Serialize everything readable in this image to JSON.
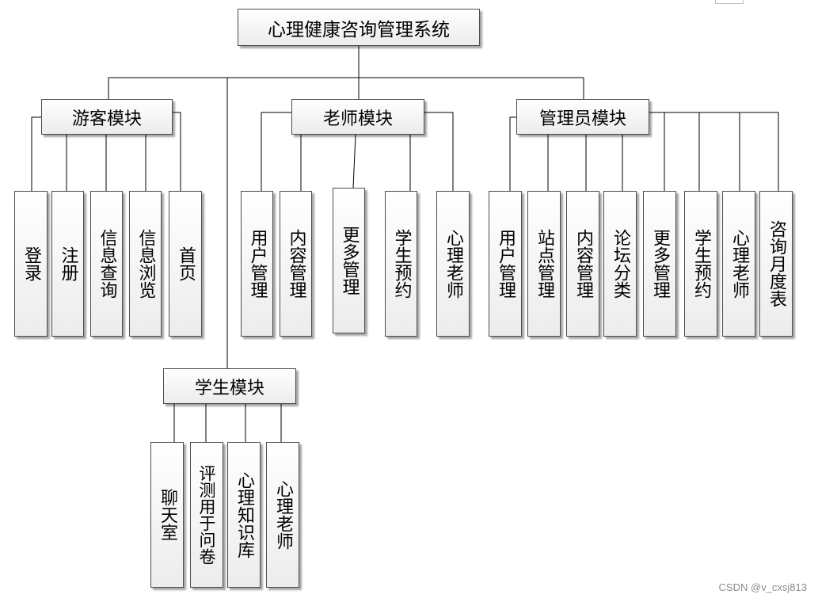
{
  "root": "心理健康咨询管理系统",
  "modules": {
    "visitor": {
      "title": "游客模块",
      "items": [
        "登录",
        "注册",
        "信息查询",
        "信息浏览",
        "首页"
      ]
    },
    "teacher": {
      "title": "老师模块",
      "items": [
        "用户管理",
        "内容管理",
        "更多管理",
        "学生预约",
        "心理老师"
      ]
    },
    "admin": {
      "title": "管理员模块",
      "items": [
        "用户管理",
        "站点管理",
        "内容管理",
        "论坛分类",
        "更多管理",
        "学生预约",
        "心理老师",
        "咨询月度表"
      ]
    },
    "student": {
      "title": "学生模块",
      "items": [
        "聊天室",
        "评测用于问卷",
        "心理知识库",
        "心理老师"
      ]
    }
  },
  "watermark": "CSDN @v_cxsj813"
}
